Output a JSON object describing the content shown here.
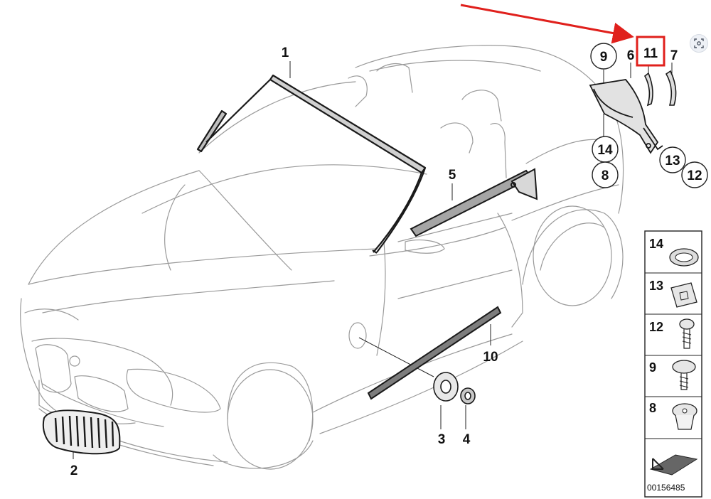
{
  "callouts": {
    "c1": "1",
    "c2": "2",
    "c3": "3",
    "c4": "4",
    "c5": "5",
    "c6": "6",
    "c7": "7",
    "c8": "8",
    "c9": "9",
    "c10": "10",
    "c11": "11",
    "c12": "12",
    "c13": "13",
    "c14": "14"
  },
  "legend": {
    "l14": "14",
    "l13": "13",
    "l12": "12",
    "l9": "9",
    "l8": "8"
  },
  "catalog_number": "00156485",
  "colors": {
    "highlight": "#e0201c",
    "arrow": "#e0201c",
    "line": "#222222"
  },
  "icons": {
    "scan_button": "scan-icon"
  }
}
